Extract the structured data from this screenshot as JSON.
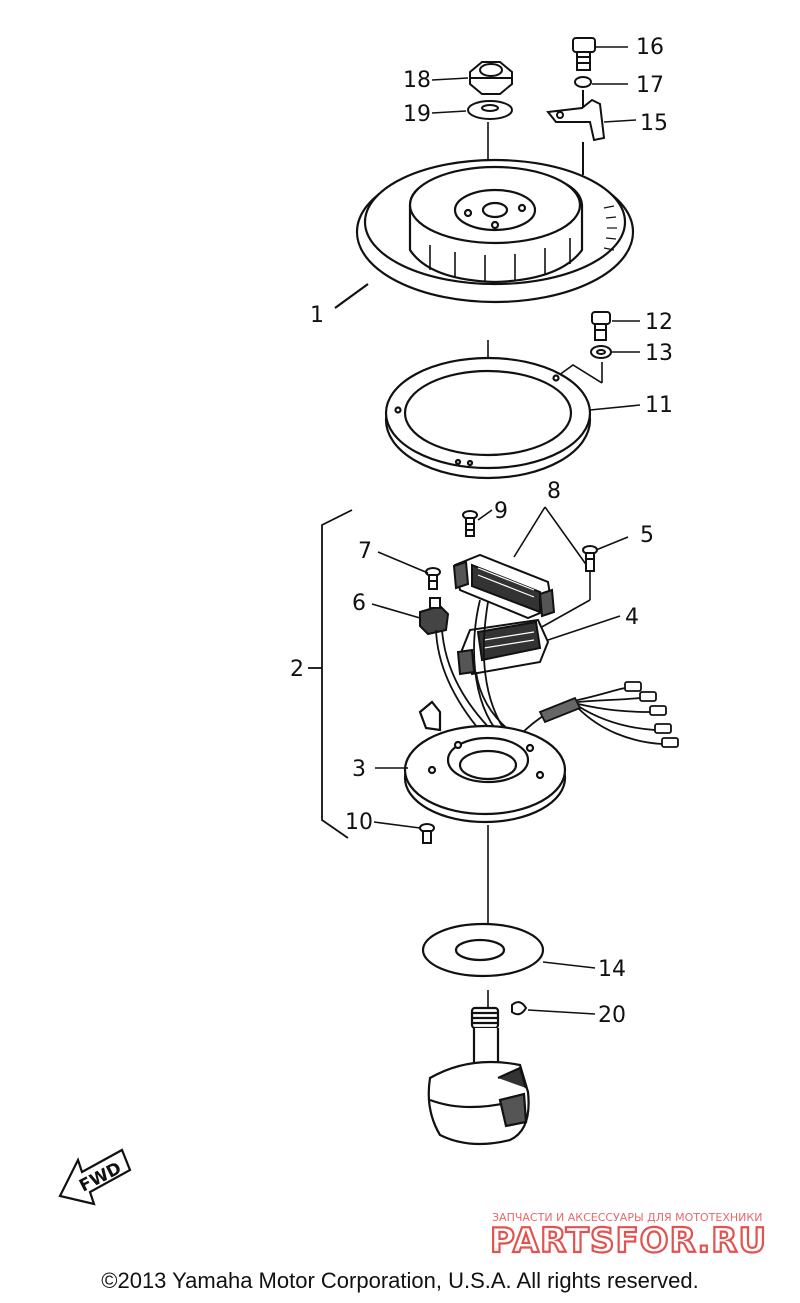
{
  "callouts": [
    {
      "id": "16",
      "text": "16"
    },
    {
      "id": "17",
      "text": "17"
    },
    {
      "id": "18",
      "text": "18"
    },
    {
      "id": "19",
      "text": "19"
    },
    {
      "id": "15",
      "text": "15"
    },
    {
      "id": "1",
      "text": "1"
    },
    {
      "id": "12",
      "text": "12"
    },
    {
      "id": "13",
      "text": "13"
    },
    {
      "id": "11",
      "text": "11"
    },
    {
      "id": "8",
      "text": "8"
    },
    {
      "id": "9",
      "text": "9"
    },
    {
      "id": "7",
      "text": "7"
    },
    {
      "id": "5",
      "text": "5"
    },
    {
      "id": "6",
      "text": "6"
    },
    {
      "id": "4",
      "text": "4"
    },
    {
      "id": "2",
      "text": "2"
    },
    {
      "id": "3",
      "text": "3"
    },
    {
      "id": "10",
      "text": "10"
    },
    {
      "id": "14",
      "text": "14"
    },
    {
      "id": "20",
      "text": "20"
    }
  ],
  "fwd_label": "FWD",
  "watermark": {
    "top": "ЗАПЧАСТИ И АКСЕССУАРЫ ДЛЯ МОТОТЕХНИКИ",
    "brand": "PARTSFOR.RU",
    "color": "#e2524f"
  },
  "copyright": "©2013 Yamaha Motor Corporation, U.S.A. All rights reserved."
}
